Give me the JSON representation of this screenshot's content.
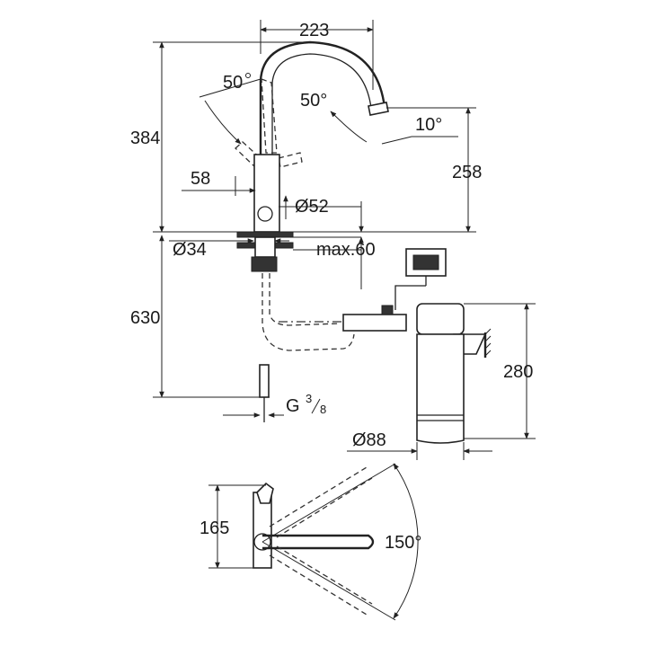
{
  "dimensions": {
    "spout_reach": "223",
    "total_height": "384",
    "spout_height": "258",
    "handle_angle_left": "50",
    "handle_angle_right": "50°",
    "spout_tilt": "10°",
    "handle_offset": "58",
    "body_diameter": "Ø52",
    "hole_diameter": "Ø34",
    "max_thickness": "max.60",
    "hose_length": "630",
    "filter_height": "280",
    "filter_diameter": "Ø88",
    "connection_prefix": "G",
    "connection_numerator": "3",
    "connection_denominator": "8",
    "top_view_height": "165",
    "swivel_angle": "150°"
  },
  "icons": {
    "filter_head": "filter-head-display-icon"
  }
}
